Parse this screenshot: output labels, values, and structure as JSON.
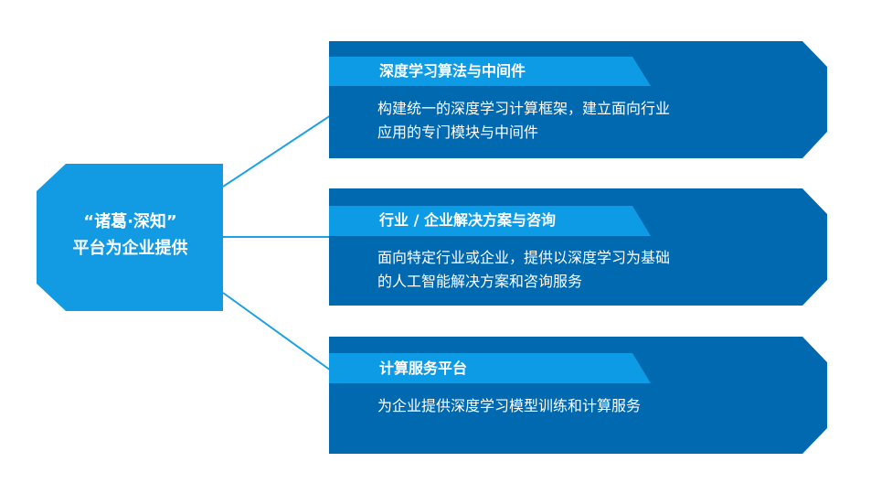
{
  "center": {
    "line1": "“诸葛·深知”",
    "line2": "平台为企业提供"
  },
  "cards": [
    {
      "title": "深度学习算法与中间件",
      "desc_lines": [
        "构建统一的深度学习计算框架，建立面向行业",
        "应用的专门模块与中间件"
      ]
    },
    {
      "title": "行业 / 企业解决方案与咨询",
      "desc_lines": [
        "面向特定行业或企业，提供以深度学习为基础",
        "的人工智能解决方案和咨询服务"
      ]
    },
    {
      "title": "计算服务平台",
      "desc_lines": [
        "为企业提供深度学习模型训练和计算服务"
      ]
    }
  ],
  "colors": {
    "card_fill": "#0069B0",
    "title_band": "#0E9BE5",
    "hex_fill": "#129AE3",
    "connector": "#1CA0E6",
    "text": "#FFFFFF"
  }
}
